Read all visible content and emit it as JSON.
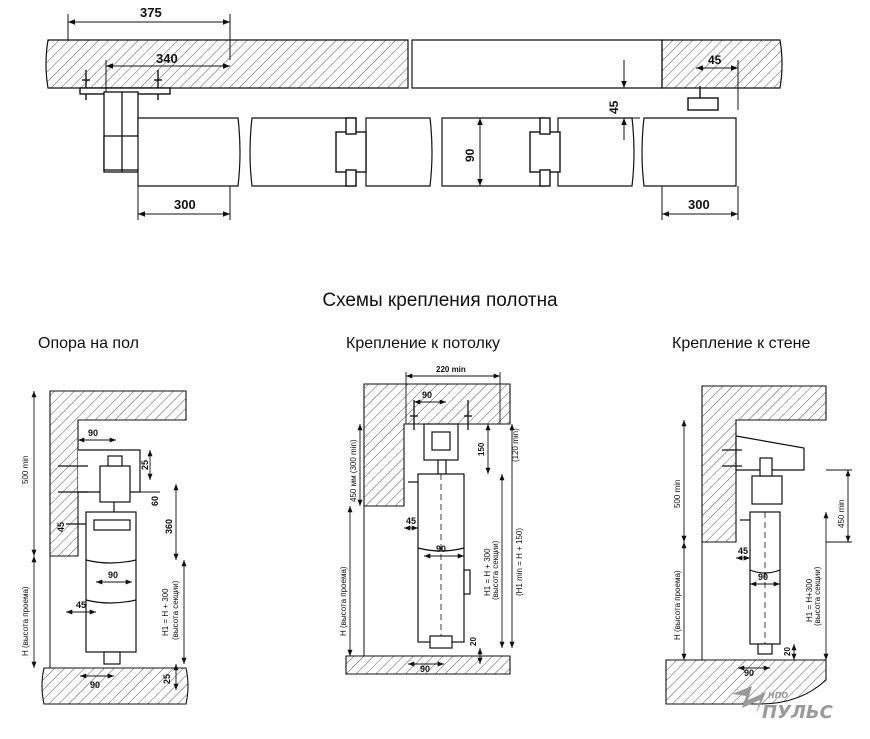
{
  "plan": {
    "dims": {
      "d375": "375",
      "d340": "340",
      "d45_top": "45",
      "d45_v": "45",
      "d90": "90",
      "d300_left": "300",
      "d300_right": "300"
    }
  },
  "section_title": "Схемы крепления полотна",
  "schemes": {
    "floor": {
      "caption": "Опора на пол",
      "dims": {
        "d90_top": "90",
        "d25_top": "25",
        "d60": "60",
        "d360": "360",
        "d45": "45",
        "d90_mid": "90",
        "d45_low": "45",
        "d90_bottom": "90",
        "d25_bottom": "25",
        "h500": "500 min",
        "h_opening": "H (высота проема)",
        "h1_line1": "H1 = H + 300",
        "h1_line2": "(высота секции)"
      }
    },
    "ceiling": {
      "caption": "Крепление к потолку",
      "dims": {
        "d220": "220 min",
        "d90_top": "90",
        "d150": "150",
        "d120": "(120 min)",
        "d450": "450 мм (300 min)",
        "d45": "45",
        "d90_mid": "90",
        "d20": "20",
        "d90_bottom": "90",
        "h_opening": "H (высота проема)",
        "h1_line1": "H1 = H + 300",
        "h1_line2": "(высота секции)",
        "h1min": "(H1 min = H + 150)"
      }
    },
    "wall": {
      "caption": "Крепление к стене",
      "dims": {
        "h500": "500 min",
        "d450": "450 min",
        "d45": "45",
        "d90": "90",
        "d20": "20",
        "d90_bottom": "90",
        "h_opening": "H (высота проема)",
        "h1_line1": "H1 = H+300",
        "h1_line2": "(высота секции)"
      }
    }
  },
  "logo": {
    "small": "НПО",
    "big": "ПУЛЬС"
  },
  "colors": {
    "line": "#111111",
    "hatch": "#555555",
    "logo": "#9a9a9a"
  }
}
